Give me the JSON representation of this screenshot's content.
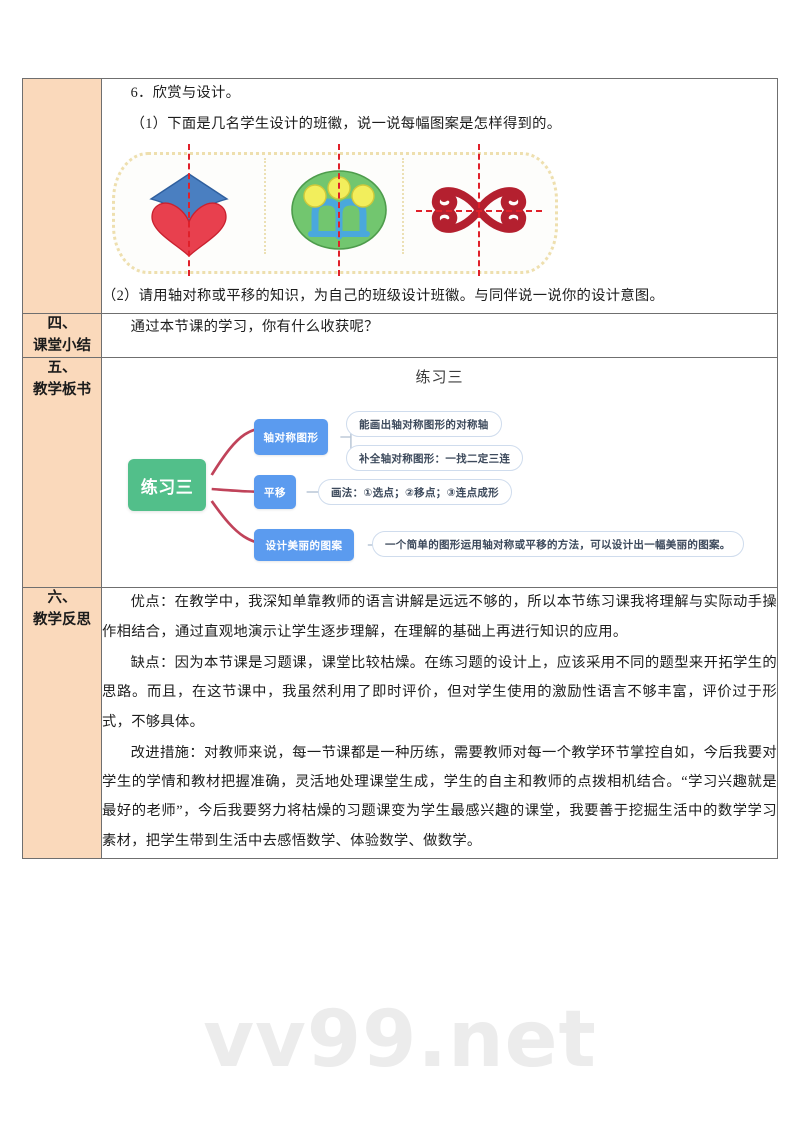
{
  "document": {
    "watermark": "vv99.net"
  },
  "table": {
    "rows": [
      {
        "label": "",
        "section": "exercise-6",
        "heading": "6．欣赏与设计。",
        "q1": "（1）下面是几名学生设计的班徽，说一说每幅图案是怎样得到的。",
        "q2": "（2）请用轴对称或平移的知识，为自己的班级设计班徽。与同伴说一说你的设计意图。",
        "figure": {
          "badges": [
            {
              "name": "kite-heart-badge",
              "symmetry": "vertical"
            },
            {
              "name": "green-circle-badge",
              "symmetry": "vertical"
            },
            {
              "name": "red-butterfly-badge",
              "symmetry": "vertical-and-horizontal"
            }
          ],
          "axis_color": "#e0202a",
          "frame_color": "#eedfae"
        }
      },
      {
        "label": "四、\n课堂小结",
        "label_line1": "四、",
        "label_line2": "课堂小结",
        "section": "class-summary",
        "text": "通过本节课的学习，你有什么收获呢？"
      },
      {
        "label_line1": "五、",
        "label_line2": "教学板书",
        "section": "blackboard-design",
        "title": "练习三"
      },
      {
        "label_line1": "六、",
        "label_line2": "教学反思",
        "section": "teaching-reflection",
        "paragraphs": [
          "优点：在教学中，我深知单靠教师的语言讲解是远远不够的，所以本节练习课我将理解与实际动手操作相结合，通过直观地演示让学生逐步理解，在理解的基础上再进行知识的应用。",
          "缺点：因为本节课是习题课，课堂比较枯燥。在练习题的设计上，应该采用不同的题型来开拓学生的思路。而且，在这节课中，我虽然利用了即时评价，但对学生使用的激励性语言不够丰富，评价过于形式，不够具体。",
          "改进措施：对教师来说，每一节课都是一种历练，需要教师对每一个教学环节掌控自如，今后我要对学生的学情和教材把握准确，灵活地处理课堂生成，学生的自主和教师的点拨相机结合。“学习兴趣就是最好的老师”，今后我要努力将枯燥的习题课变为学生最感兴趣的课堂，我要善于挖掘生活中的数学学习素材，把学生带到生活中去感悟数学、体验数学、做数学。"
        ]
      }
    ]
  },
  "mindmap": {
    "title": "练习三",
    "root": "练习三",
    "root_color": "#52bf8a",
    "branch_color": "#5b9bef",
    "connector_color": "#c0435a",
    "branches": [
      {
        "label": "轴对称图形",
        "leaves": [
          "能画出轴对称图形的对称轴",
          "补全轴对称图形：一找二定三连"
        ]
      },
      {
        "label": "平移",
        "leaves": [
          "画法：①选点；②移点；③连点成形"
        ]
      },
      {
        "label": "设计美丽的图案",
        "leaves": [
          "一个简单的图形运用轴对称或平移的方法，可以设计出一幅美丽的图案。"
        ]
      }
    ]
  }
}
